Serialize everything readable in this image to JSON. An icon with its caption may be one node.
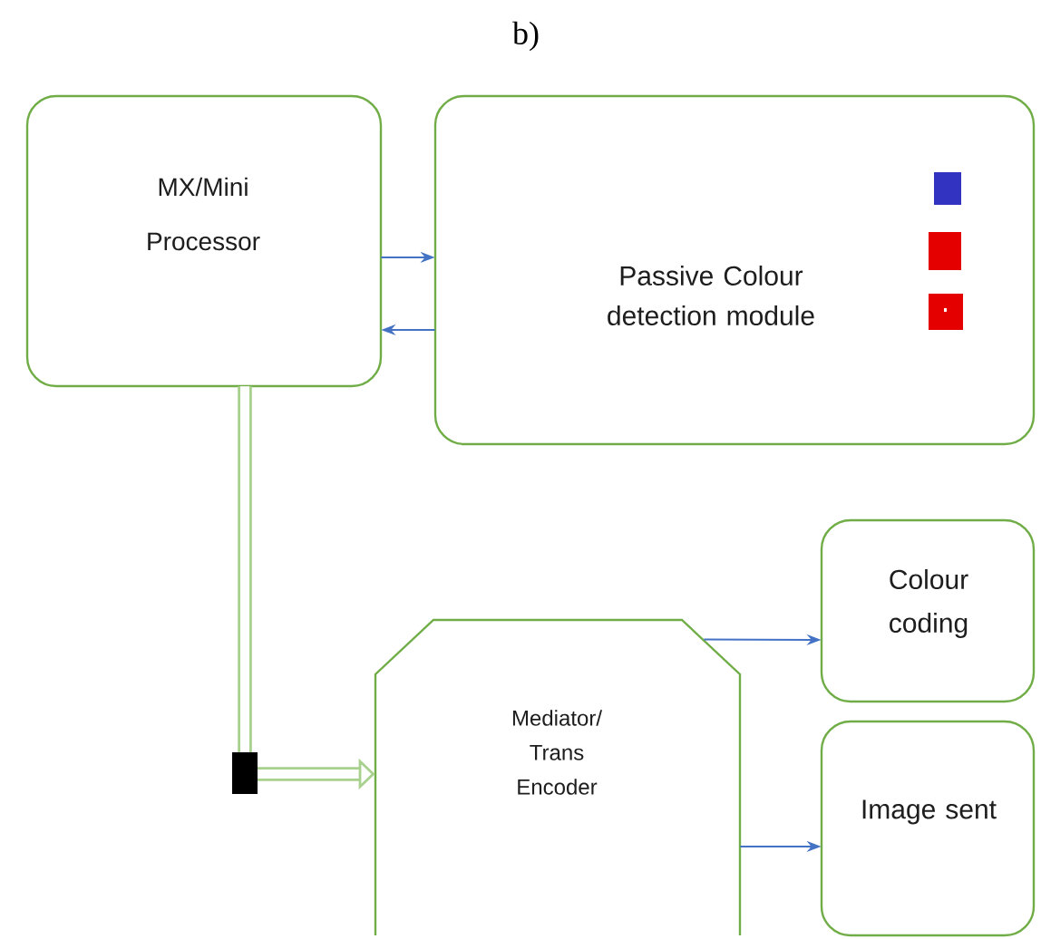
{
  "diagram": {
    "title": "b)",
    "nodes": [
      {
        "text": [
          "MX/Mini Processor"
        ]
      },
      {
        "text": [
          "Passive Colour detection module"
        ]
      },
      {
        "text": [
          "Mediator/ Trans Encoder"
        ]
      },
      {
        "text": [
          "Colour coding"
        ]
      },
      {
        "text": [
          "Image sent"
        ]
      }
    ],
    "edges": [
      {
        "from": 0,
        "to": 1,
        "arrow": "to"
      },
      {
        "from": 1,
        "to": 0,
        "arrow": "to"
      },
      {
        "from": 0,
        "to": 2,
        "arrow": "to",
        "style": "thick",
        "color": "#a9d18e"
      },
      {
        "from": 2,
        "to": 3,
        "arrow": "to"
      },
      {
        "from": 2,
        "to": 4,
        "arrow": "to"
      }
    ]
  }
}
